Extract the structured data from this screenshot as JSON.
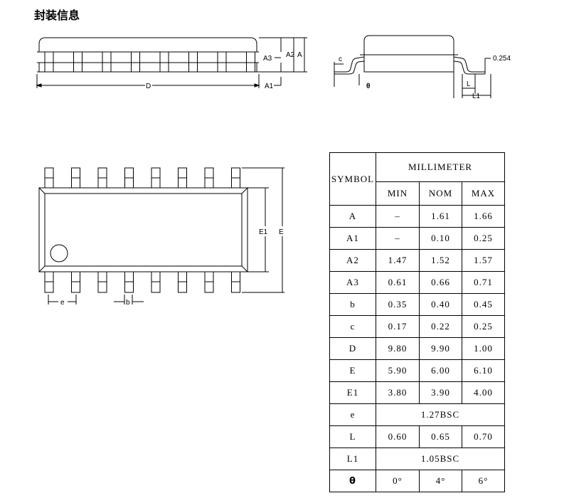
{
  "title": "封装信息",
  "side_view_labels": {
    "a3": "A3",
    "a2": "A2",
    "a": "A",
    "a1": "A1",
    "d": "D"
  },
  "end_view_labels": {
    "c": "c",
    "theta": "θ",
    "gauge": "0.254",
    "l": "L",
    "l1": "L1"
  },
  "top_view_labels": {
    "e1": "E1",
    "e_big": "E",
    "e": "e",
    "b": "b"
  },
  "table": {
    "symbol_header": "SYMBOL",
    "unit_header": "MILLIMETER",
    "col_headers": [
      "MIN",
      "NOM",
      "MAX"
    ],
    "rows": [
      {
        "symbol": "A",
        "min": "–",
        "nom": "1.61",
        "max": "1.66"
      },
      {
        "symbol": "A1",
        "min": "–",
        "nom": "0.10",
        "max": "0.25"
      },
      {
        "symbol": "A2",
        "min": "1.47",
        "nom": "1.52",
        "max": "1.57"
      },
      {
        "symbol": "A3",
        "min": "0.61",
        "nom": "0.66",
        "max": "0.71"
      },
      {
        "symbol": "b",
        "min": "0.35",
        "nom": "0.40",
        "max": "0.45"
      },
      {
        "symbol": "c",
        "min": "0.17",
        "nom": "0.22",
        "max": "0.25"
      },
      {
        "symbol": "D",
        "min": "9.80",
        "nom": "9.90",
        "max": "1.00"
      },
      {
        "symbol": "E",
        "min": "5.90",
        "nom": "6.00",
        "max": "6.10"
      },
      {
        "symbol": "E1",
        "min": "3.80",
        "nom": "3.90",
        "max": "4.00"
      },
      {
        "symbol": "e",
        "span": "1.27BSC"
      },
      {
        "symbol": "L",
        "min": "0.60",
        "nom": "0.65",
        "max": "0.70"
      },
      {
        "symbol": "L1",
        "span": "1.05BSC"
      },
      {
        "symbol": "θ",
        "min": "0°",
        "nom": "4°",
        "max": "6°"
      }
    ]
  }
}
